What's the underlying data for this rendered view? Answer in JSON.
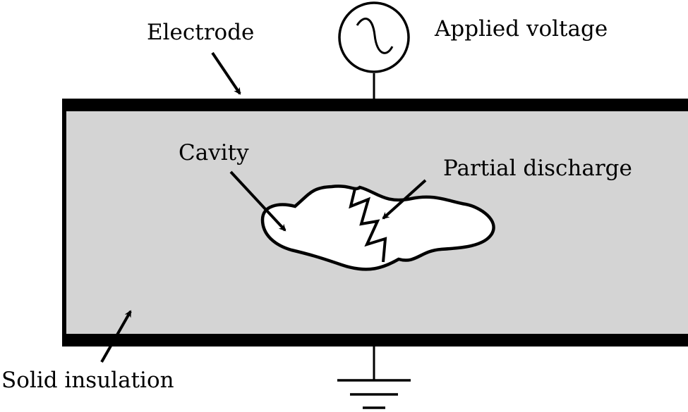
{
  "labels": {
    "electrode": "Electrode",
    "applied_voltage": "Applied voltage",
    "cavity": "Cavity",
    "partial_discharge": "Partial discharge",
    "solid_insulation": "Solid insulation"
  },
  "colors": {
    "insulation_fill": "#d4d4d4",
    "electrode": "#000000",
    "cavity_fill": "#ffffff",
    "line": "#000000"
  },
  "icons": {
    "source": "ac-voltage-source-icon",
    "ground": "ground-icon"
  }
}
